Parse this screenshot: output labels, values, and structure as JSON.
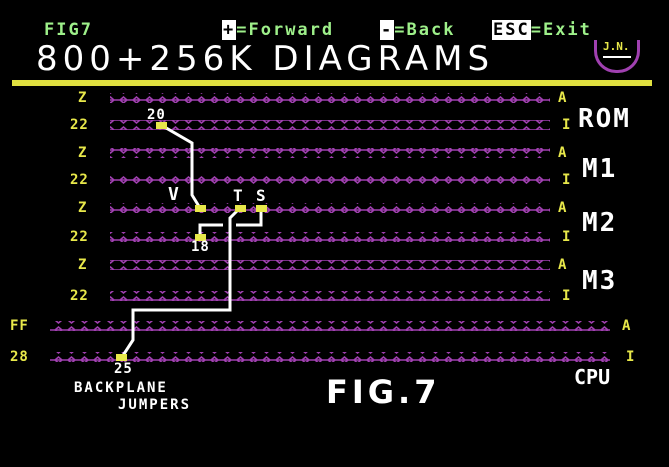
{
  "header": {
    "fig_code": "FIG7",
    "forward_key": "+",
    "forward_label": "=Forward",
    "back_key": "-",
    "back_label": "=Back",
    "exit_key": "ESC",
    "exit_label": "=Exit",
    "title": "800+256K DIAGRAMS",
    "logo": "J.N."
  },
  "rails_left": [
    "Z",
    "22",
    "Z",
    "22",
    "Z",
    "22",
    "Z",
    "22",
    "FF",
    "28"
  ],
  "rails_right": [
    "A",
    "I",
    "A",
    "I",
    "A",
    "I",
    "A",
    "I",
    "A",
    "I"
  ],
  "boards": [
    "ROM",
    "M1",
    "M2",
    "M3",
    "CPU"
  ],
  "jumpers": {
    "j20": "20",
    "j18": "18",
    "V": "V",
    "T": "T",
    "S": "S",
    "j25": "25"
  },
  "caption": {
    "line1": "BACKPLANE",
    "line2": "JUMPERS",
    "fig": "FIG.7"
  },
  "colors": {
    "rail": "#a040b0",
    "pad": "#e8e84a",
    "wire": "#ffffff",
    "bar": "#e0e040",
    "text_green": "#9ef08a"
  }
}
